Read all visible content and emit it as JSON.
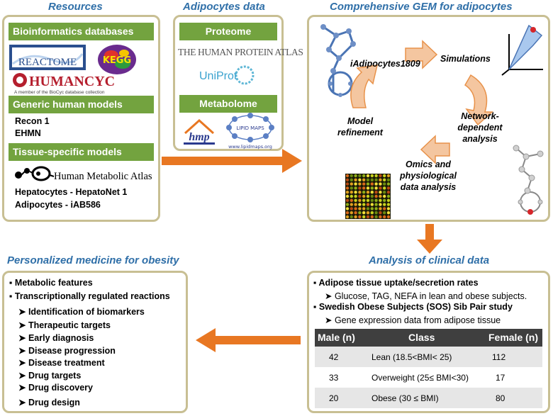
{
  "resources": {
    "title": "Resources",
    "bioinfo_header": "Bioinformatics databases",
    "logos": {
      "reactome": "REACTOME",
      "kegg": "KEGG",
      "humancyc": "HUMANCYC",
      "humancyc_tag": "A member of the BioCyc database collection"
    },
    "generic_header": "Generic human models",
    "generic_items": [
      "Recon 1",
      "EHMN"
    ],
    "tissue_header": "Tissue-specific models",
    "hma_logo": "Human Metabolic Atlas",
    "tissue_items": [
      "Hepatocytes - HepatoNet 1",
      "Adipocytes - iAB586"
    ]
  },
  "adipocytes": {
    "title": "Adipocytes data",
    "proteome_header": "Proteome",
    "hpa_logo": "THE HUMAN PROTEIN ATLAS",
    "uniprot_logo": "UniProt",
    "metabolome_header": "Metabolome",
    "hmp_logo": "hmp",
    "lipidmaps_logo": "LIPID MAPS",
    "lipidmaps_url": "www.lipidmaps.org"
  },
  "gem": {
    "title": "Comprehensive GEM for adipocytes",
    "nodes": {
      "model": "iAdipocytes1809",
      "simulations": "Simulations",
      "network1": "Network-",
      "network2": "dependent",
      "network3": "analysis",
      "omics1": "Omics and",
      "omics2": "physiological",
      "omics3": "data analysis",
      "refine1": "Model",
      "refine2": "refinement"
    }
  },
  "clinical": {
    "title": "Analysis of clinical data",
    "bullet1": "Adipose tissue uptake/secretion rates",
    "sub1": "Glucose, TAG, NEFA in lean and obese subjects.",
    "bullet2": "Swedish Obese Subjects (SOS) Sib Pair study",
    "sub2": "Gene expression data from adipose tissue",
    "table": {
      "headers": {
        "male": "Male (n)",
        "class": "Class",
        "female": "Female (n)"
      },
      "rows": [
        {
          "male": "42",
          "class": "Lean (18.5<BMI< 25)",
          "female": "112"
        },
        {
          "male": "33",
          "class": "Overweight (25≤ BMI<30)",
          "female": "17"
        },
        {
          "male": "20",
          "class": "Obese (30 ≤ BMI)",
          "female": "80"
        }
      ]
    }
  },
  "personalized": {
    "title": "Personalized medicine for obesity",
    "bullets": [
      "Metabolic features",
      "Transcriptionally regulated reactions"
    ],
    "items": [
      "Identification of biomarkers",
      "Therapeutic targets",
      "Early diagnosis",
      "Disease progression",
      "Disease treatment",
      "Drug targets",
      "Drug discovery",
      "Drug design"
    ]
  },
  "colors": {
    "title_blue": "#2f6fa8",
    "panel_border": "#c8bf93",
    "header_green": "#73a33f",
    "arrow_orange": "#e87722",
    "table_header": "#3f3f3f"
  }
}
